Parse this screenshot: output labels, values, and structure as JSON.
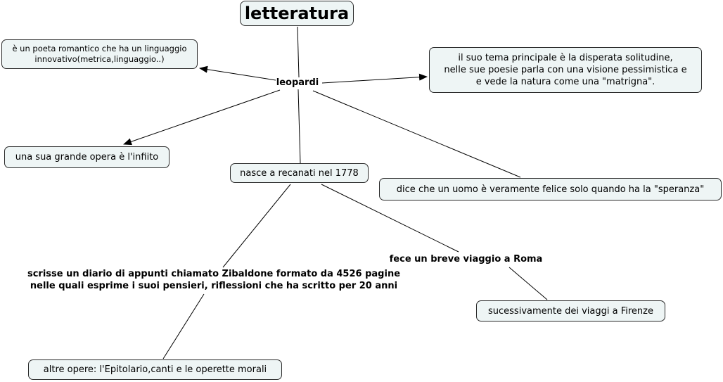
{
  "map": {
    "title": "letteratura",
    "center": "leopardi",
    "poet": "è un poeta romantico che ha un linguaggio\ninnovativo(metrica,linguaggio..)",
    "theme": "il suo tema principale è la disperata solitudine,\nnelle sue poesie parla con una visione pessimistica e\ne vede la natura come una \"matrigna\".",
    "opera": "una sua grande opera è l'infiito",
    "birth": "nasce a recanati nel 1778",
    "happy": "dice che un uomo è veramente felice solo quando ha la \"speranza\"",
    "rome": "fece un breve viaggio a Roma",
    "florence": "sucessivamente dei viaggi a Firenze",
    "diary": "scrisse un diario di appunti chiamato Zibaldone formato da 4526 pagine\nnelle quali esprime i suoi pensieri, riflessioni che ha scritto per 20 anni",
    "others": "altre opere: l'Epitolario,canti e le operette morali"
  }
}
